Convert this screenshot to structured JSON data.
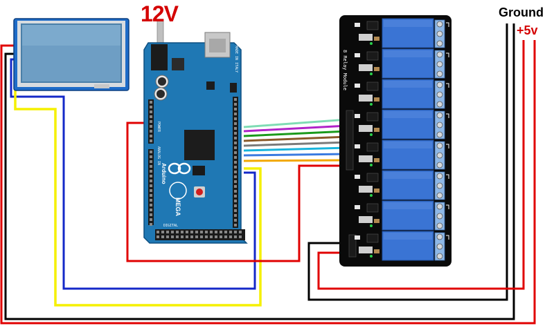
{
  "labels": {
    "supply_12v": "12V",
    "ground": "Ground",
    "plus_5v": "+5v"
  },
  "arduino": {
    "logo_text": "Arduino",
    "model_text": "MEGA",
    "header_digital": "DIGITAL",
    "header_power": "POWER",
    "header_analog": "ANALOG IN",
    "made_in": "MADE IN ITALY"
  },
  "relay_module": {
    "label": "8 Relay Module",
    "channel_count": 8
  },
  "colors": {
    "wire_red": "#e00000",
    "wire_black": "#000000",
    "wire_blue": "#1428c8",
    "wire_yellow": "#f5f000",
    "board_blue": "#1f78b4",
    "relay_blue": "#3a74d4",
    "signal_wires": [
      "#7fdcb4",
      "#b023c8",
      "#1a9a1a",
      "#8a5a2a",
      "#7a7a7a",
      "#18b4dc",
      "#3a7ae0",
      "#f2a800"
    ]
  }
}
